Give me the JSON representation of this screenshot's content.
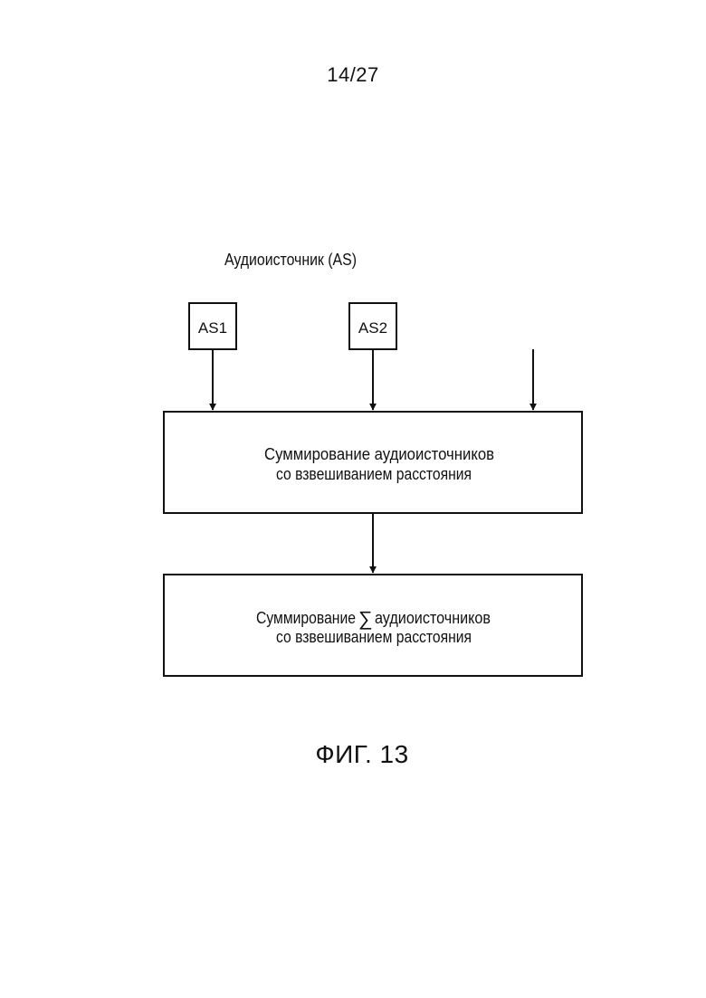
{
  "page": {
    "number": "14/27"
  },
  "diagram": {
    "group_label": "Аудиоисточник (AS)",
    "sources": [
      {
        "label": "AS1"
      },
      {
        "label": "AS2"
      }
    ],
    "block1": {
      "line1": "Суммирование аудиоисточников",
      "line2": "со взвешиванием расстояния"
    },
    "block2": {
      "line1_before": "Суммирование",
      "symbol": "∑",
      "line1_after": "аудиоисточников",
      "line2": "со взвешиванием расстояния"
    }
  },
  "figure": {
    "caption": "ФИГ. 13"
  }
}
